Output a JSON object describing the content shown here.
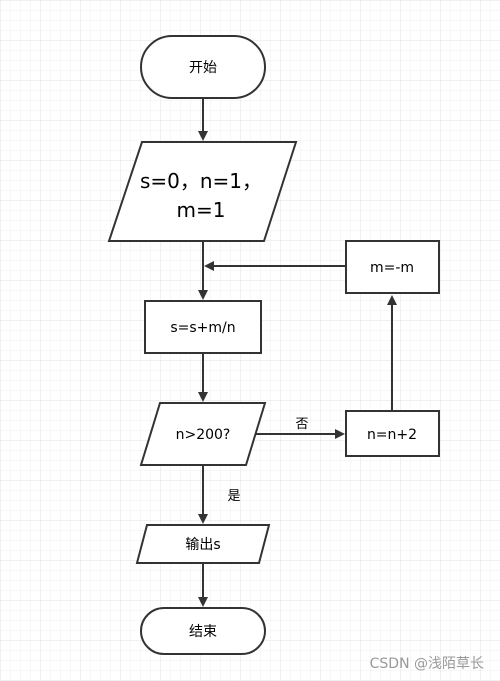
{
  "nodes": {
    "start": "开始",
    "init_line1": "s=0，n=1，",
    "init_line2": "m=1",
    "update_s": "s=s+m/n",
    "condition": "n>200?",
    "update_n": "n=n+2",
    "update_m": "m=-m",
    "output": "输出s",
    "end": "结束"
  },
  "edge_labels": {
    "no": "否",
    "yes": "是"
  },
  "watermark": "CSDN @浅陌草长",
  "colors": {
    "stroke": "#333333",
    "grid": "#e6e6e6",
    "background": "#ffffff",
    "watermark": "#999999"
  }
}
